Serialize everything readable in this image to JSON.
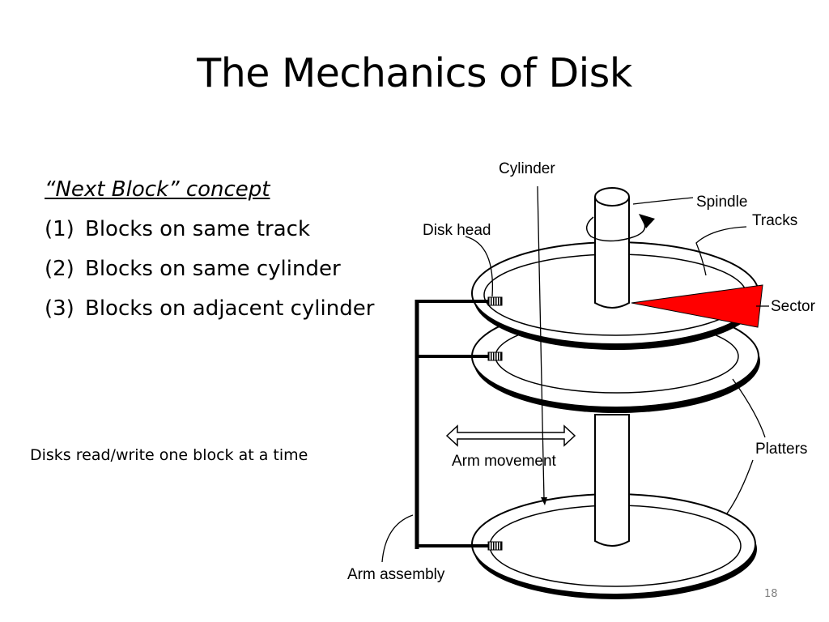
{
  "slide": {
    "title": "The Mechanics of Disk",
    "concept_heading": "“Next Block” concept",
    "bullets": [
      {
        "num": "(1)",
        "text": "Blocks on same track"
      },
      {
        "num": "(2)",
        "text": "Blocks on same cylinder"
      },
      {
        "num": "(3)",
        "text": "Blocks on adjacent cylinder"
      }
    ],
    "caption": "Disks read/write one block at a time",
    "page_number": "18"
  },
  "diagram": {
    "labels": {
      "cylinder": "Cylinder",
      "spindle": "Spindle",
      "tracks": "Tracks",
      "disk_head": "Disk head",
      "sector": "Sector",
      "platters": "Platters",
      "arm_movement": "Arm movement",
      "arm_assembly": "Arm assembly"
    },
    "colors": {
      "sector": "#ff0000",
      "line": "#000000",
      "background": "#ffffff"
    }
  }
}
